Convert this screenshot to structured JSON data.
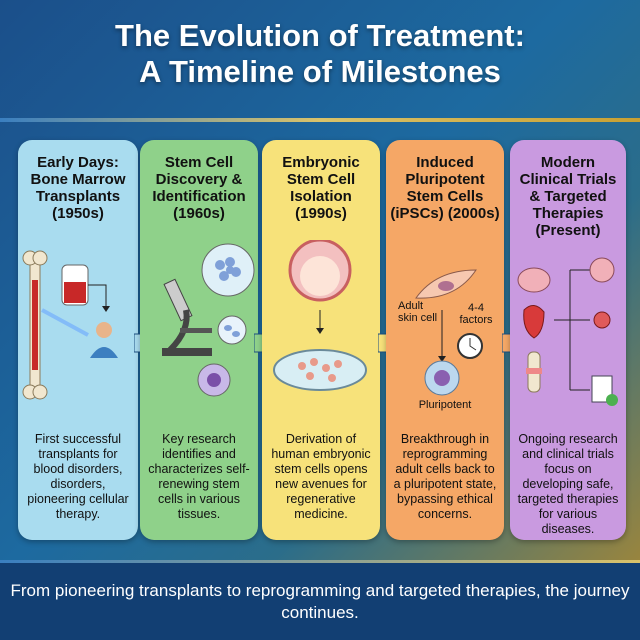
{
  "title": {
    "line1": "The Evolution of Treatment:",
    "line2": "A Timeline of Milestones"
  },
  "stages": [
    {
      "heading": "Early Days: Bone Marrow Transplants (1950s)",
      "description": "First successful transplants for blood disorders, disorders, pioneering cellular therapy.",
      "color": "#a9dcef"
    },
    {
      "heading": "Stem Cell Discovery & Identification (1960s)",
      "description": "Key research identifies and characterizes self-renewing stem cells in various tissues.",
      "color": "#8fd18a"
    },
    {
      "heading": "Embryonic Stem Cell Isolation (1990s)",
      "description": "Derivation of human embryonic stem cells opens new avenues for regenerative medicine.",
      "color": "#f7e27a"
    },
    {
      "heading": "Induced Pluripotent Stem Cells (iPSCs) (2000s)",
      "description": "Breakthrough in reprogramming adult cells back to a pluripotent state, bypassing ethical concerns.",
      "color": "#f5a766",
      "labels": {
        "adult": "Adult skin cell",
        "factors": "4-4 factors",
        "pluripotent": "Pluripotent"
      }
    },
    {
      "heading": "Modern Clinical Trials & Targeted Therapies (Present)",
      "description": "Ongoing research and clinical trials focus on developing safe, targeted therapies for various diseases.",
      "color": "#c99ae0"
    }
  ],
  "footer": "From pioneering transplants to reprogramming and targeted therapies, the journey continues."
}
